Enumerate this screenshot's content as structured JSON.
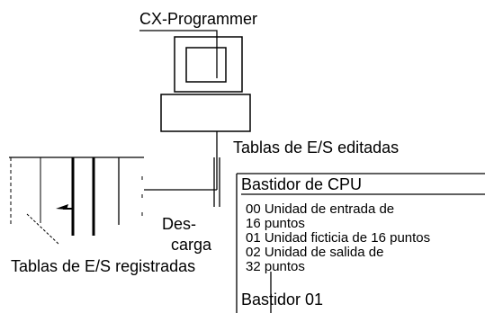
{
  "title": "CX-Programmer",
  "edited_label": "Tablas de E/S editadas",
  "panel": {
    "header": "Bastidor de CPU",
    "items": [
      {
        "line1": "00 Unidad de entrada de",
        "line2": "16 puntos"
      },
      {
        "line1": "01 Unidad ficticia de 16 puntos",
        "line2": ""
      },
      {
        "line1": "02 Unidad de salida de",
        "line2": "32 puntos"
      }
    ],
    "footer": "Bastidor 01"
  },
  "download_label": {
    "line1": "Des-",
    "line2": "carga"
  },
  "registered_label": "Tablas de E/S registradas"
}
